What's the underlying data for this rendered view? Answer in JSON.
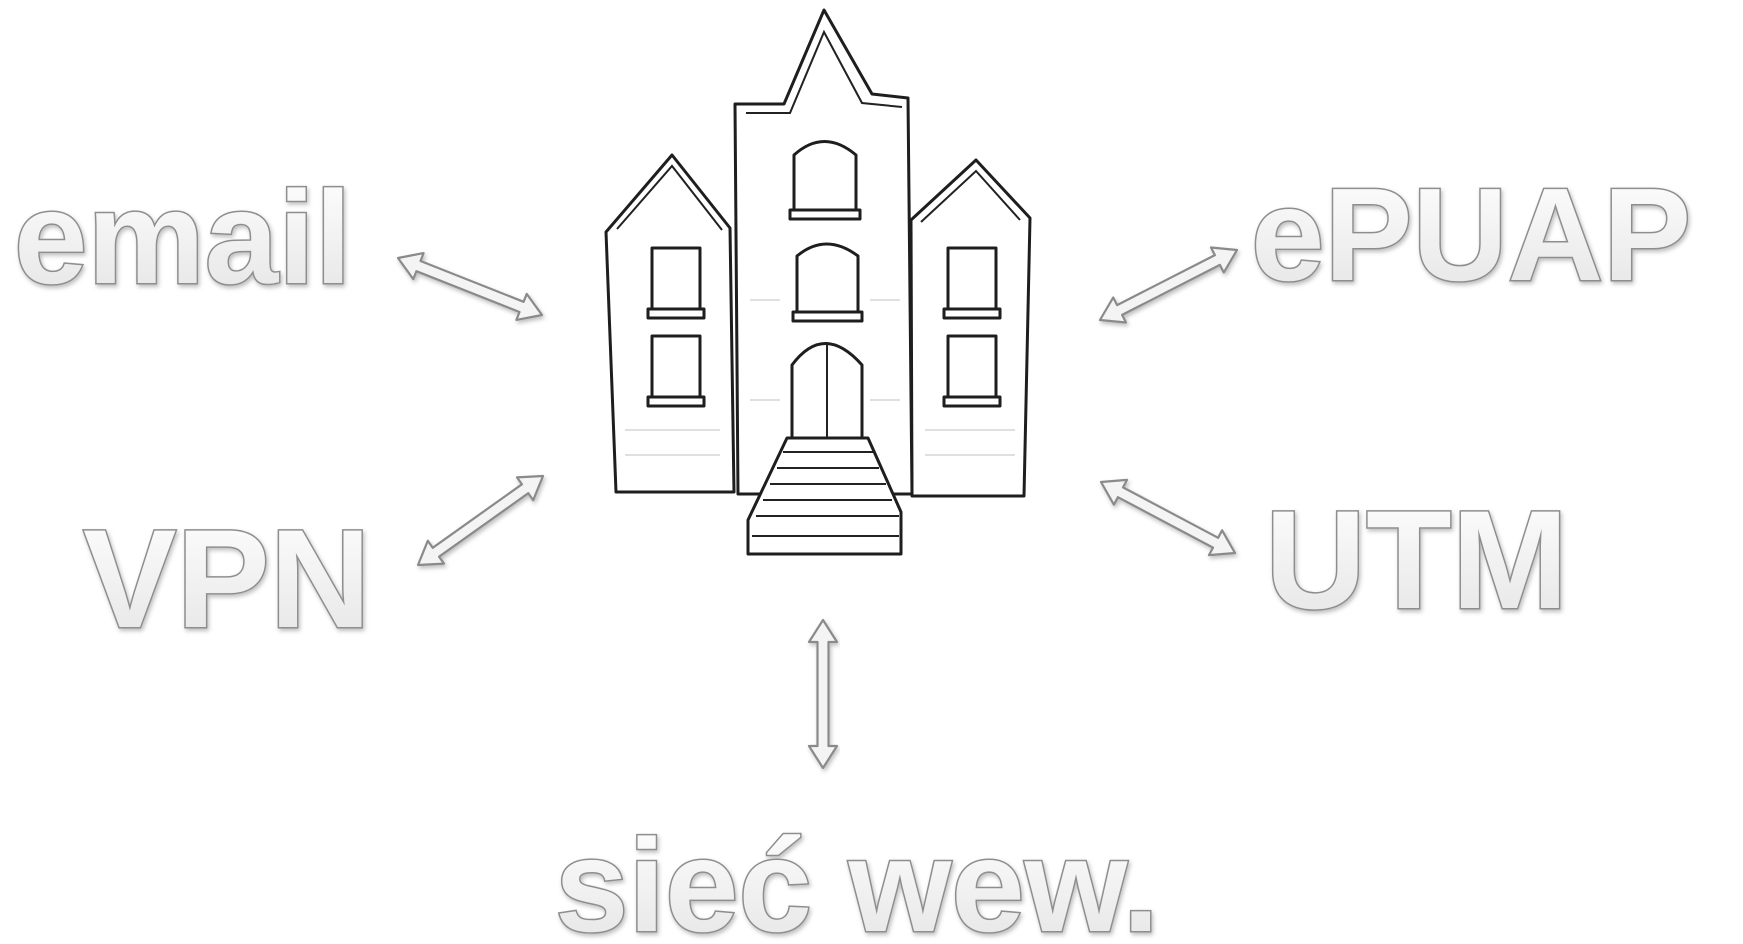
{
  "diagram": {
    "center": {
      "icon": "school-building-icon"
    },
    "nodes": [
      {
        "id": "email",
        "label": "email"
      },
      {
        "id": "epuap",
        "label": "ePUAP"
      },
      {
        "id": "vpn",
        "label": "VPN"
      },
      {
        "id": "utm",
        "label": "UTM"
      },
      {
        "id": "lan",
        "label": "sieć wew."
      }
    ],
    "connections": [
      {
        "from": "email",
        "to": "center",
        "style": "bidirectional"
      },
      {
        "from": "epuap",
        "to": "center",
        "style": "bidirectional"
      },
      {
        "from": "vpn",
        "to": "center",
        "style": "bidirectional"
      },
      {
        "from": "utm",
        "to": "center",
        "style": "bidirectional"
      },
      {
        "from": "lan",
        "to": "center",
        "style": "bidirectional"
      }
    ],
    "colors": {
      "label_fill": "#f2f2f2",
      "label_outline": "#8e8e8e",
      "arrow_fill": "#f4f4f4",
      "arrow_outline": "#8a8a8a",
      "building_outline": "#1e1e1e"
    }
  }
}
